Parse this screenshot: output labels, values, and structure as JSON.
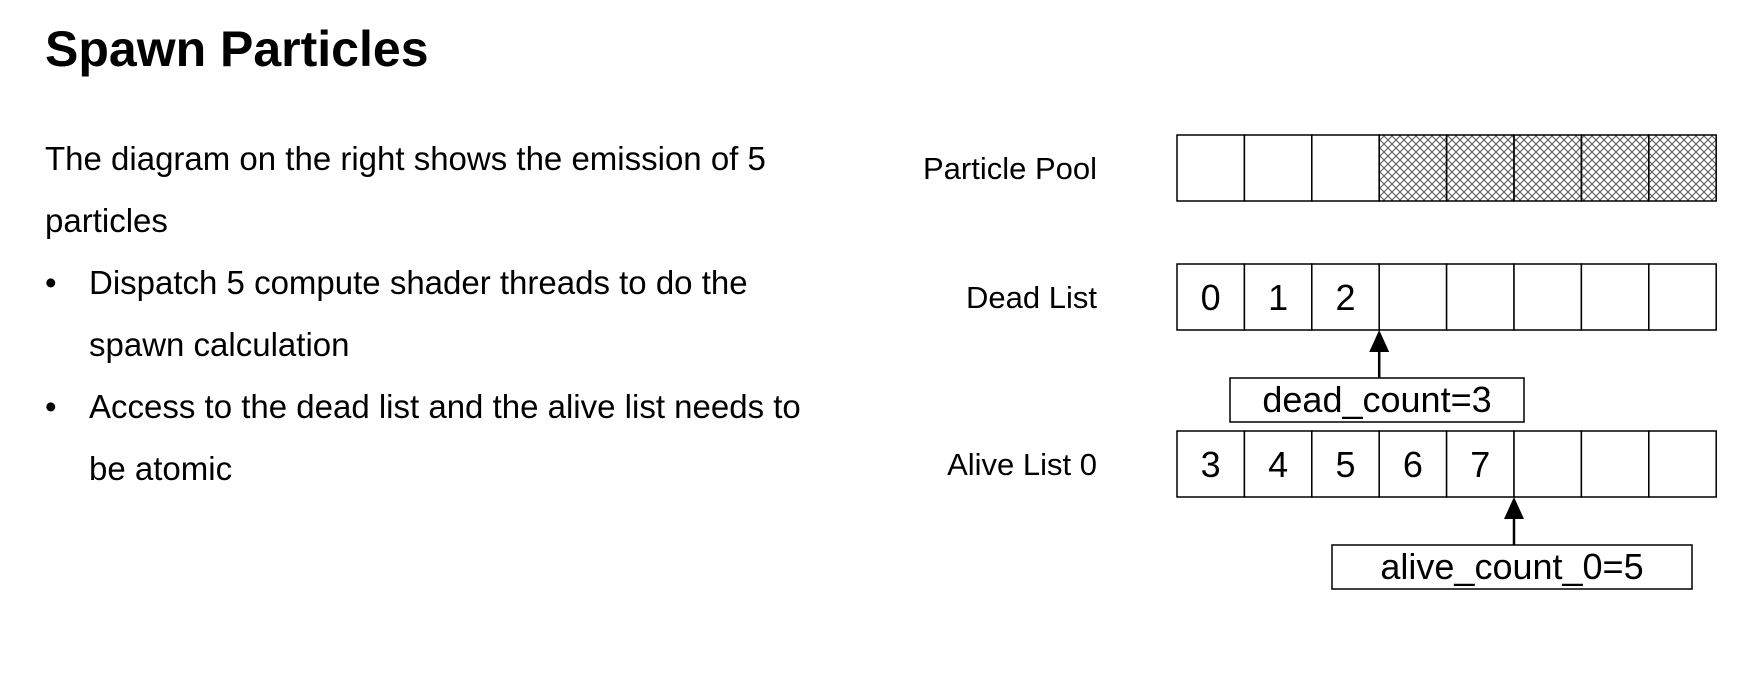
{
  "slide": {
    "title": "Spawn Particles",
    "intro": "The diagram on the right shows the emission of 5 particles",
    "bullets": [
      "Dispatch 5 compute shader threads to do the spawn calculation",
      "Access to the dead list and the alive list needs to be atomic"
    ],
    "bullet_glyph": "•"
  },
  "diagram": {
    "rows": [
      {
        "id": "particle-pool",
        "label": "Particle Pool",
        "cells": [
          "",
          "",
          "",
          "",
          "",
          "",
          "",
          ""
        ],
        "hatched": [
          false,
          false,
          false,
          true,
          true,
          true,
          true,
          true
        ]
      },
      {
        "id": "dead-list",
        "label": "Dead List",
        "cells": [
          "0",
          "1",
          "2",
          "",
          "",
          "",
          "",
          ""
        ],
        "hatched": [
          false,
          false,
          false,
          false,
          false,
          false,
          false,
          false
        ]
      },
      {
        "id": "alive-list-0",
        "label": "Alive List 0",
        "cells": [
          "3",
          "4",
          "5",
          "6",
          "7",
          "",
          "",
          ""
        ],
        "hatched": [
          false,
          false,
          false,
          false,
          false,
          false,
          false,
          false
        ]
      }
    ],
    "counters": [
      {
        "id": "dead-count",
        "text": "dead_count=3",
        "points_to_index": 3
      },
      {
        "id": "alive-count-0",
        "text": "alive_count_0=5",
        "points_to_index": 5
      }
    ],
    "colors": {
      "stroke": "#000000",
      "fill": "#ffffff",
      "hatch": "#555555"
    }
  }
}
